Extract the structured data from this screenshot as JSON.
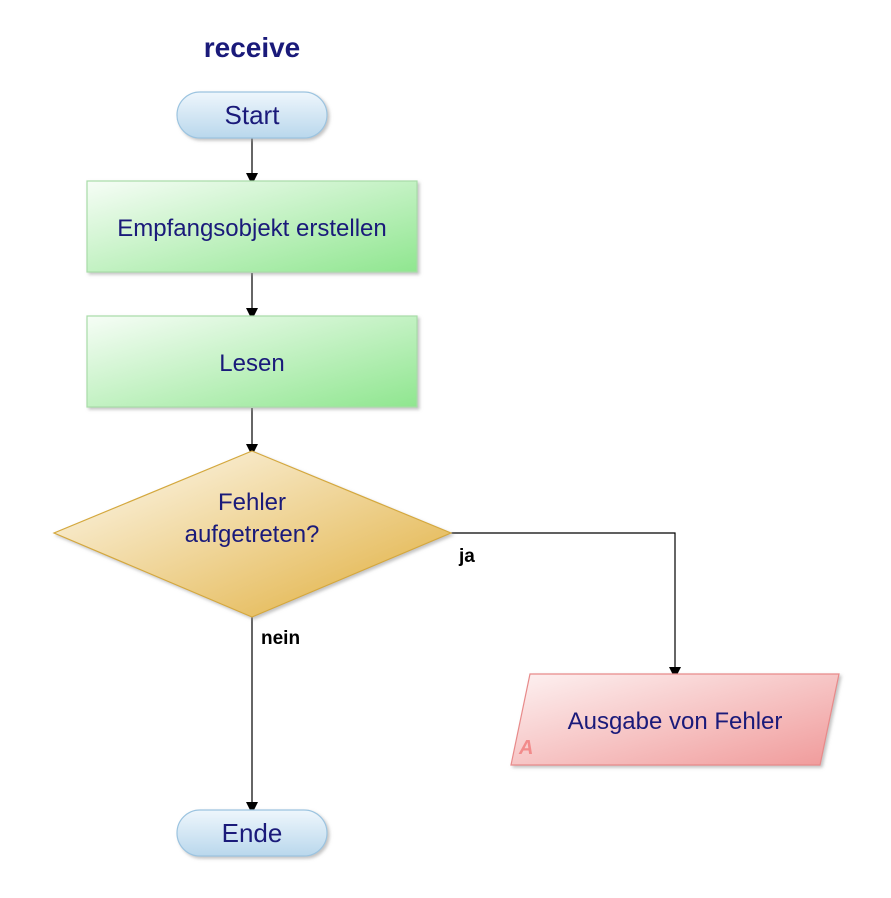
{
  "title": "receive",
  "nodes": {
    "start": "Start",
    "create": "Empfangsobjekt erstellen",
    "read": "Lesen",
    "decision_line1": "Fehler",
    "decision_line2": "aufgetreten?",
    "output": "Ausgabe von Fehler",
    "output_marker": "A",
    "end": "Ende"
  },
  "edges": {
    "yes": "ja",
    "no": "nein"
  }
}
